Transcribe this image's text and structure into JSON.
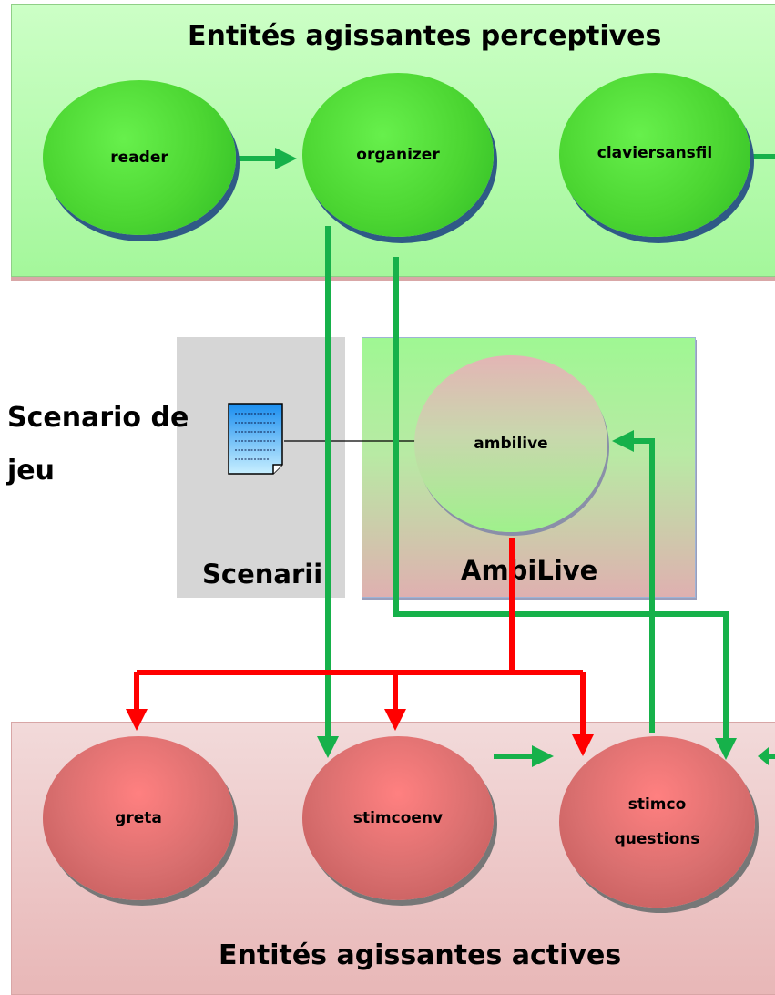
{
  "groups": {
    "perceptive_title": "Entités agissantes perceptives",
    "active_title": "Entités agissantes actives",
    "scenarii_title": "Scenarii",
    "ambilive_title": "AmbiLive"
  },
  "side_label": "Scenario de jeu",
  "nodes": {
    "reader": "reader",
    "organizer": "organizer",
    "claviersansfil": "claviersansfil",
    "ambilive": "ambilive",
    "greta": "greta",
    "stimcoenv": "stimcoenv",
    "stimco_line1": "stimco",
    "stimco_line2": "questions"
  },
  "colors": {
    "green_arrow": "#16b14a",
    "red_arrow": "#ff0000",
    "doc_icon": "#2fb6f3"
  },
  "icons": {
    "scenario_document": "document-icon"
  }
}
